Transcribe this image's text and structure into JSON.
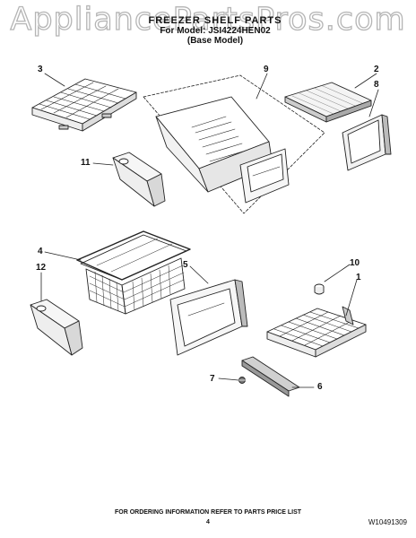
{
  "watermark": "AppliancePartsPros.com",
  "header": {
    "title": "FREEZER SHELF PARTS",
    "model_line": "For Model: JSI4224HEN02",
    "base_model": "(Base Model)"
  },
  "callouts": [
    "3",
    "9",
    "2",
    "8",
    "11",
    "4",
    "5",
    "12",
    "10",
    "1",
    "7",
    "6"
  ],
  "footer": {
    "ordering_note": "FOR ORDERING INFORMATION REFER TO PARTS PRICE LIST",
    "page_number": "4",
    "part_number": "W10491309"
  }
}
